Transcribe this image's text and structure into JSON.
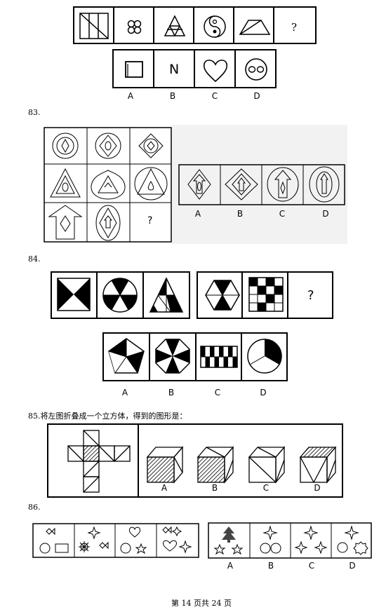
{
  "q82": {
    "question_mark": "?",
    "options": [
      "A",
      "B",
      "C",
      "D"
    ],
    "option_b_letter": "N"
  },
  "q83": {
    "number": "83.",
    "question_mark": "?",
    "options": [
      "A",
      "B",
      "C",
      "D"
    ]
  },
  "q84": {
    "number": "84.",
    "question_mark": "?",
    "options": [
      "A",
      "B",
      "C",
      "D"
    ]
  },
  "q85": {
    "prompt": "85.将左图折叠成一个立方体，得到的图形是：",
    "options": [
      "A",
      "B",
      "C",
      "D"
    ]
  },
  "q86": {
    "number": "86.",
    "options": [
      "A",
      "B",
      "C",
      "D"
    ]
  },
  "footer": {
    "page_label": "第 14 页共 24 页"
  }
}
